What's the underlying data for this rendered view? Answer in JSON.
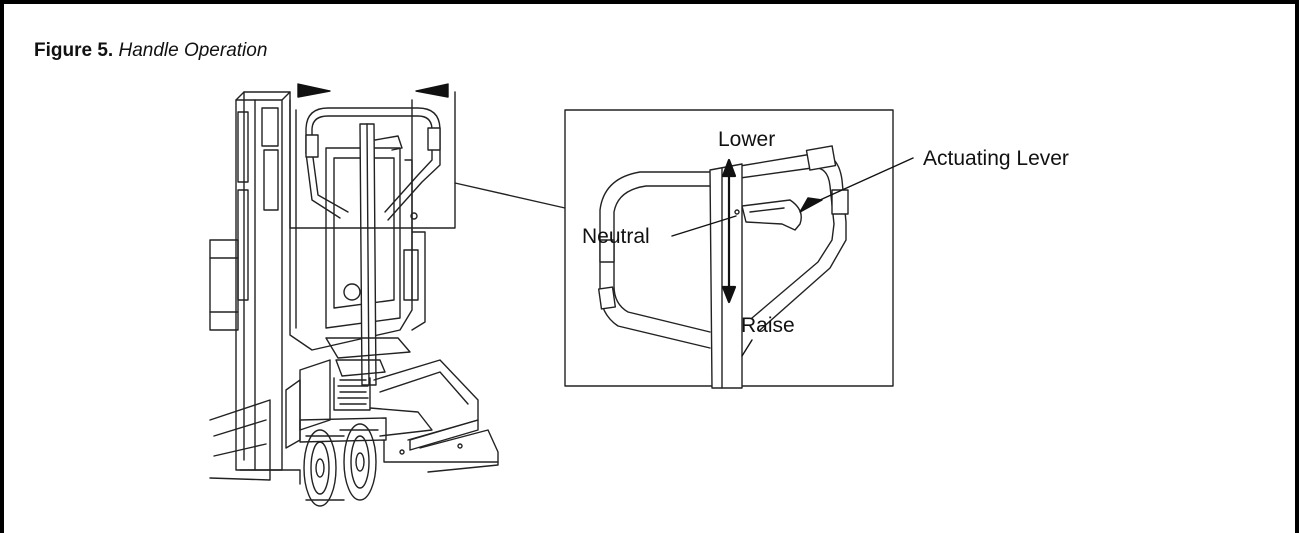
{
  "figure": {
    "number": "Figure 5.",
    "title": "Handle Operation"
  },
  "callouts": {
    "lower": "Lower",
    "actuating_lever": "Actuating Lever",
    "neutral": "Neutral",
    "raise": "Raise"
  }
}
